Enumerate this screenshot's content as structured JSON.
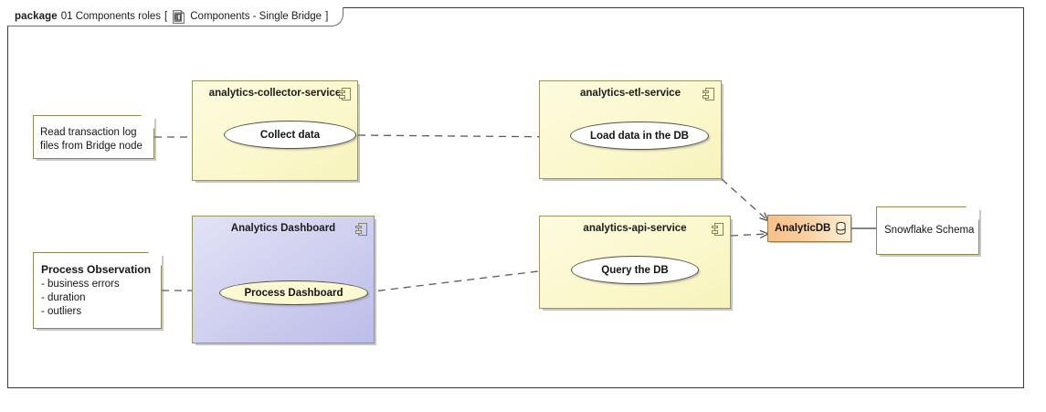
{
  "frame": {
    "keyword": "package",
    "package_name": "01 Components roles",
    "bracket_open": "[",
    "diagram_icon": "package-diagram-icon",
    "diagram_name": "Components - Single Bridge",
    "bracket_close": "]"
  },
  "notes": [
    {
      "name": "note-read-transaction-log",
      "line1": "Read transaction log",
      "line2": "files from Bridge node"
    },
    {
      "name": "note-process-observation",
      "header": "Process Observation",
      "line1": "- business errors",
      "line2": "- duration",
      "line3": "- outliers"
    },
    {
      "name": "note-snowflake-schema",
      "line1": "Snowflake Schema"
    }
  ],
  "components": [
    {
      "name": "component-analytics-collector-service",
      "title": "analytics-collector-service",
      "usecase": "Collect data",
      "icon": "component-icon",
      "fill": "#fbf8cd",
      "border": "#9a9760"
    },
    {
      "name": "component-analytics-etl-service",
      "title": "analytics-etl-service",
      "usecase": "Load data in the DB",
      "icon": "component-icon",
      "fill": "#fbf8cd",
      "border": "#9a9760"
    },
    {
      "name": "component-analytics-dashboard",
      "title": "Analytics Dashboard",
      "usecase": "Process Dashboard",
      "icon": "component-icon",
      "fill": "#cfcfee",
      "border": "#9a9760"
    },
    {
      "name": "component-analytics-api-service",
      "title": "analytics-api-service",
      "usecase": "Query the DB",
      "icon": "component-icon",
      "fill": "#fbf8cd",
      "border": "#9a9760"
    }
  ],
  "database": {
    "name": "node-analyticdb",
    "label": "AnalyticDB",
    "icon": "database-cylinder-icon",
    "fill": "#f7c48f",
    "border": "#a07a3e"
  },
  "connectors": [
    {
      "name": "link-note-to-collector",
      "style": "dashed",
      "arrow": "none"
    },
    {
      "name": "link-collector-to-etl",
      "style": "dashed",
      "arrow": "open"
    },
    {
      "name": "link-etl-to-analyticdb",
      "style": "dashed",
      "arrow": "open"
    },
    {
      "name": "link-analyticdb-to-snowflake-note",
      "style": "solid",
      "arrow": "none"
    },
    {
      "name": "link-note-to-dashboard",
      "style": "dashed",
      "arrow": "none"
    },
    {
      "name": "link-dashboard-to-api",
      "style": "dashed",
      "arrow": "open"
    },
    {
      "name": "link-api-to-analyticdb",
      "style": "dashed",
      "arrow": "open"
    }
  ],
  "colors": {
    "frame_border": "#3a3a3c",
    "component_border": "#9a9760",
    "component_yellow": "#fbf8cd",
    "component_blue": "#cfcfee",
    "note_border": "#8d8a55",
    "db_orange": "#f7c48f",
    "connector": "#5b5b58"
  }
}
